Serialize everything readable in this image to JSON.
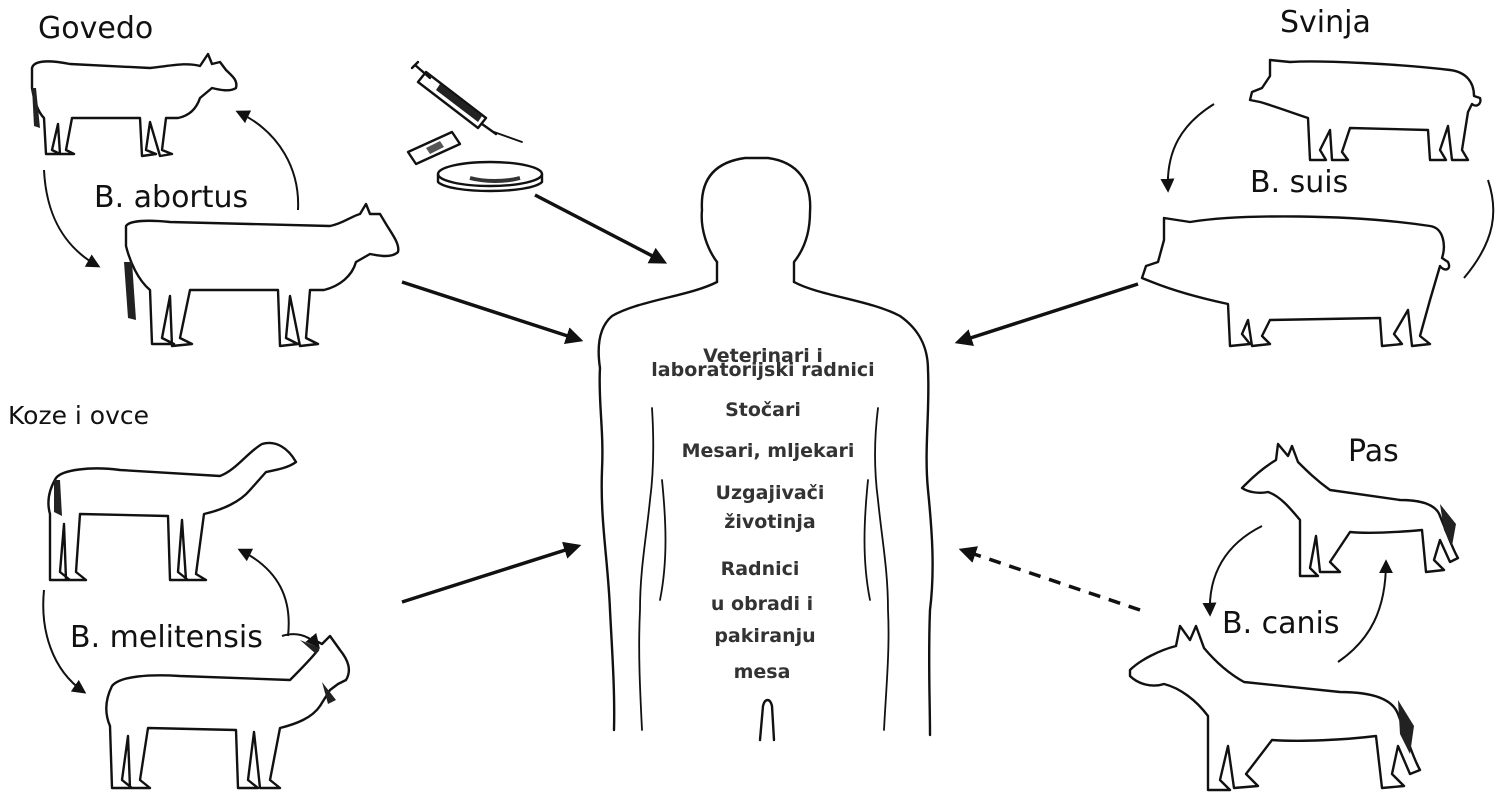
{
  "animals": {
    "cattle": {
      "title": "Govedo",
      "species": "B. abortus"
    },
    "pig": {
      "title": "Svinja",
      "species": "B. suis"
    },
    "goat_sheep": {
      "title": "Koze i ovce",
      "species": "B. melitensis"
    },
    "dog": {
      "title": "Pas",
      "species": "B. canis"
    }
  },
  "human": {
    "occupations": [
      "Veterinari i",
      "laboratorijski radnici",
      "Stočari",
      "Mesari, mljekari",
      "Uzgajivači",
      "životinja",
      "Radnici",
      "u obradi i",
      "pakiranju",
      "mesa"
    ]
  },
  "icons": [
    "syringe-icon",
    "slide-icon",
    "petri-dish-icon",
    "cow-icon",
    "pig-icon",
    "goat-icon",
    "sheep-icon",
    "dog-icon",
    "human-silhouette-icon"
  ]
}
